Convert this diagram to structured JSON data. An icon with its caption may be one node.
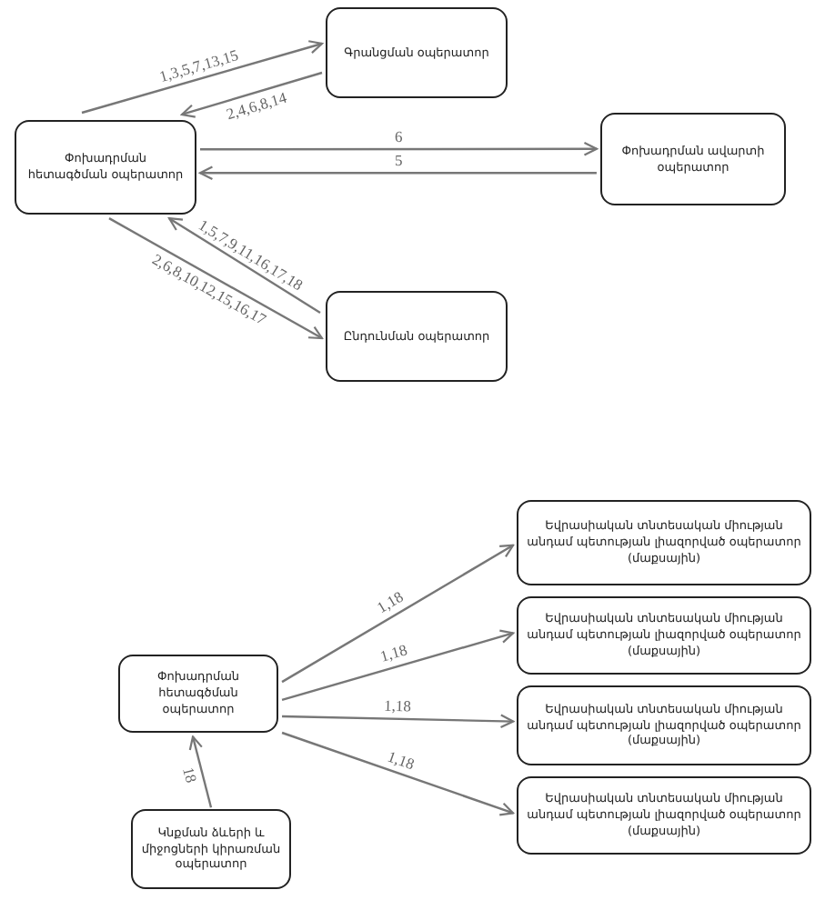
{
  "diagram": {
    "nodes": [
      {
        "text": [
          "Փոխադրման հետագծման օպերատոր"
        ]
      },
      {
        "text": [
          "Գրանցման օպերատոր"
        ]
      },
      {
        "text": [
          "Փոխադրման ավարտի օպերատոր"
        ]
      },
      {
        "text": [
          "Ընդունման օպերատոր"
        ]
      },
      {
        "text": [
          "Փոխադրման հետագծման օպերատոր"
        ]
      },
      {
        "text": [
          "Եվրասիական տնտեսական միության անդամ պետության լիազորված օպերատոր (մաքսային)"
        ]
      },
      {
        "text": [
          "Եվրասիական տնտեսական միության անդամ պետության լիազորված օպերատոր (մաքսային)"
        ]
      },
      {
        "text": [
          "Եվրասիական տնտեսական միության անդամ պետության լիազորված օպերատոր (մաքսային)"
        ]
      },
      {
        "text": [
          "Եվրասիական տնտեսական միության անդամ պետության լիազորված օպերատոր (մաքսային)"
        ]
      },
      {
        "text": [
          "Կնքման ձևերի և միջոցների կիրառման օպերատոր"
        ]
      }
    ],
    "edges": [
      {
        "from": 0,
        "to": 1,
        "arrow": "to",
        "label": "1,3,5,7,13,15"
      },
      {
        "from": 1,
        "to": 0,
        "arrow": "to",
        "label": "2,4,6,8,14"
      },
      {
        "from": 0,
        "to": 2,
        "arrow": "to",
        "label": "6"
      },
      {
        "from": 2,
        "to": 0,
        "arrow": "to",
        "label": "5"
      },
      {
        "from": 3,
        "to": 0,
        "arrow": "to",
        "label": "1,5,7,9,11,16,17,18"
      },
      {
        "from": 0,
        "to": 3,
        "arrow": "to",
        "label": "2,6,8,10,12,15,16,17"
      },
      {
        "from": 4,
        "to": 5,
        "arrow": "to",
        "label": "1,18"
      },
      {
        "from": 4,
        "to": 6,
        "arrow": "to",
        "label": "1,18"
      },
      {
        "from": 4,
        "to": 7,
        "arrow": "to",
        "label": "1,18"
      },
      {
        "from": 4,
        "to": 8,
        "arrow": "to",
        "label": "1,18"
      },
      {
        "from": 9,
        "to": 4,
        "arrow": "to",
        "label": "18"
      }
    ]
  }
}
